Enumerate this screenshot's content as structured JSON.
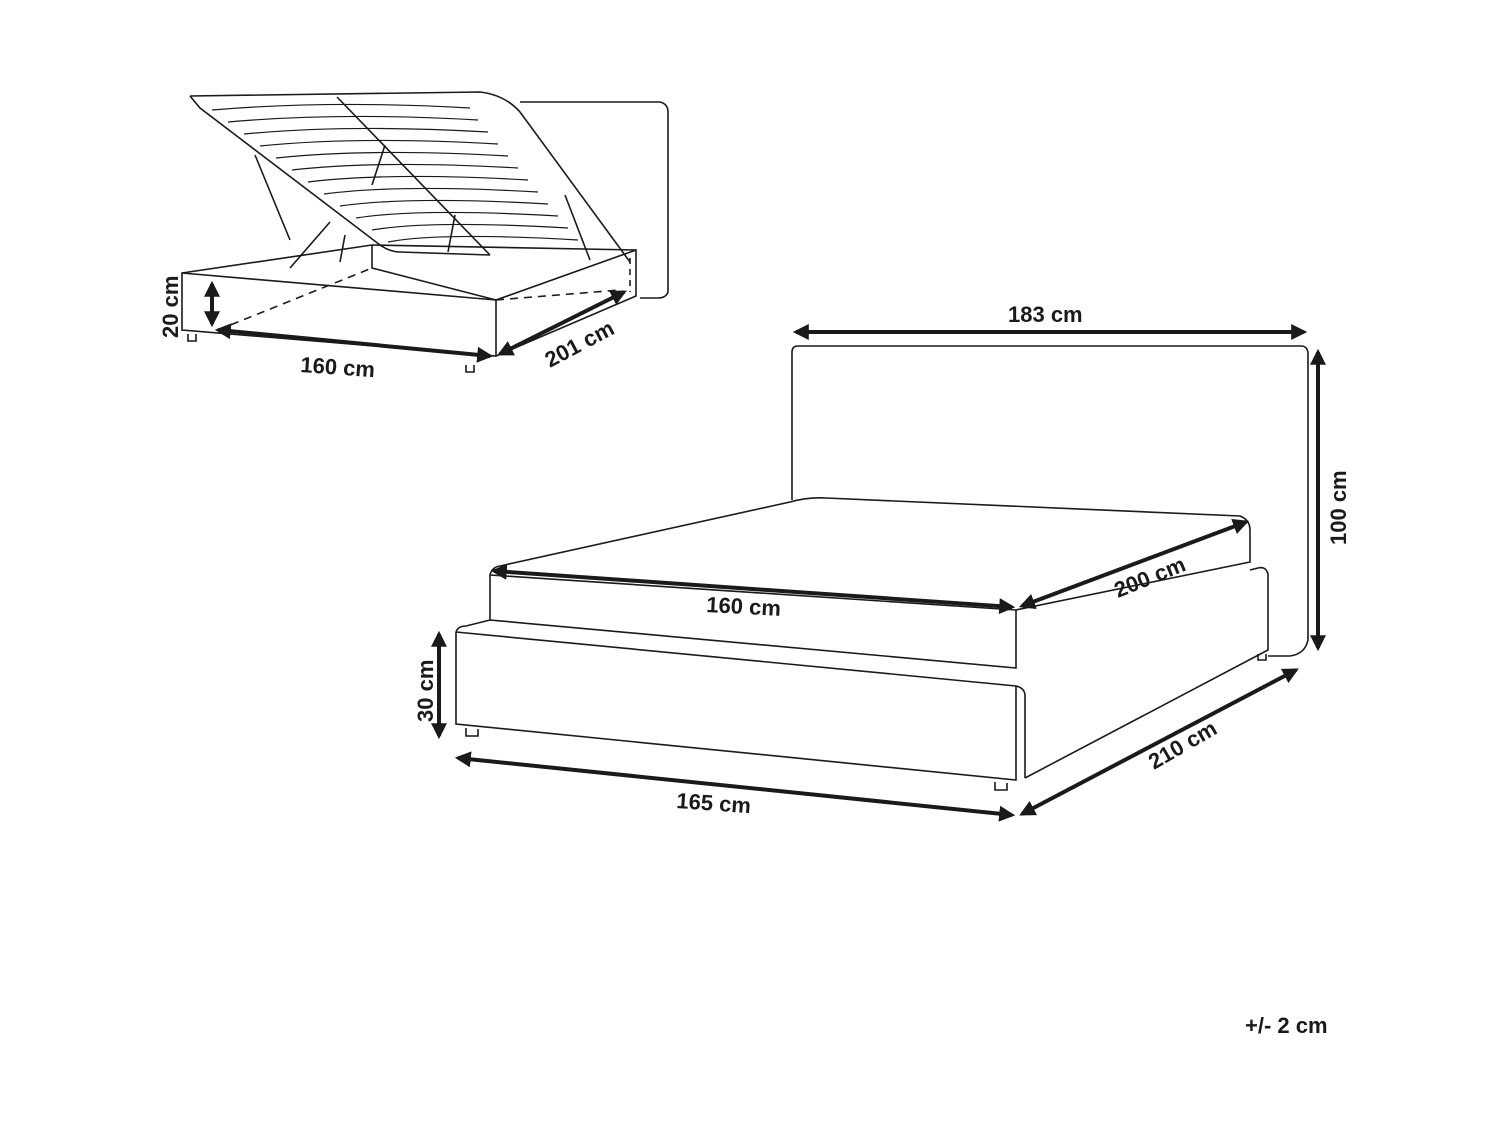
{
  "diagram": {
    "type": "product-dimension-drawing",
    "subject": "upholstered bed with storage",
    "colors": {
      "line": "#1a1a1a",
      "background": "#ffffff"
    },
    "storage_view": {
      "height": "20 cm",
      "width": "160 cm",
      "depth": "201 cm"
    },
    "main_view": {
      "headboard_width": "183 cm",
      "headboard_height": "100 cm",
      "mattress_width": "160 cm",
      "mattress_length": "200 cm",
      "frame_height": "30 cm",
      "overall_width": "165 cm",
      "overall_length": "210 cm"
    },
    "tolerance": "+/- 2 cm"
  }
}
